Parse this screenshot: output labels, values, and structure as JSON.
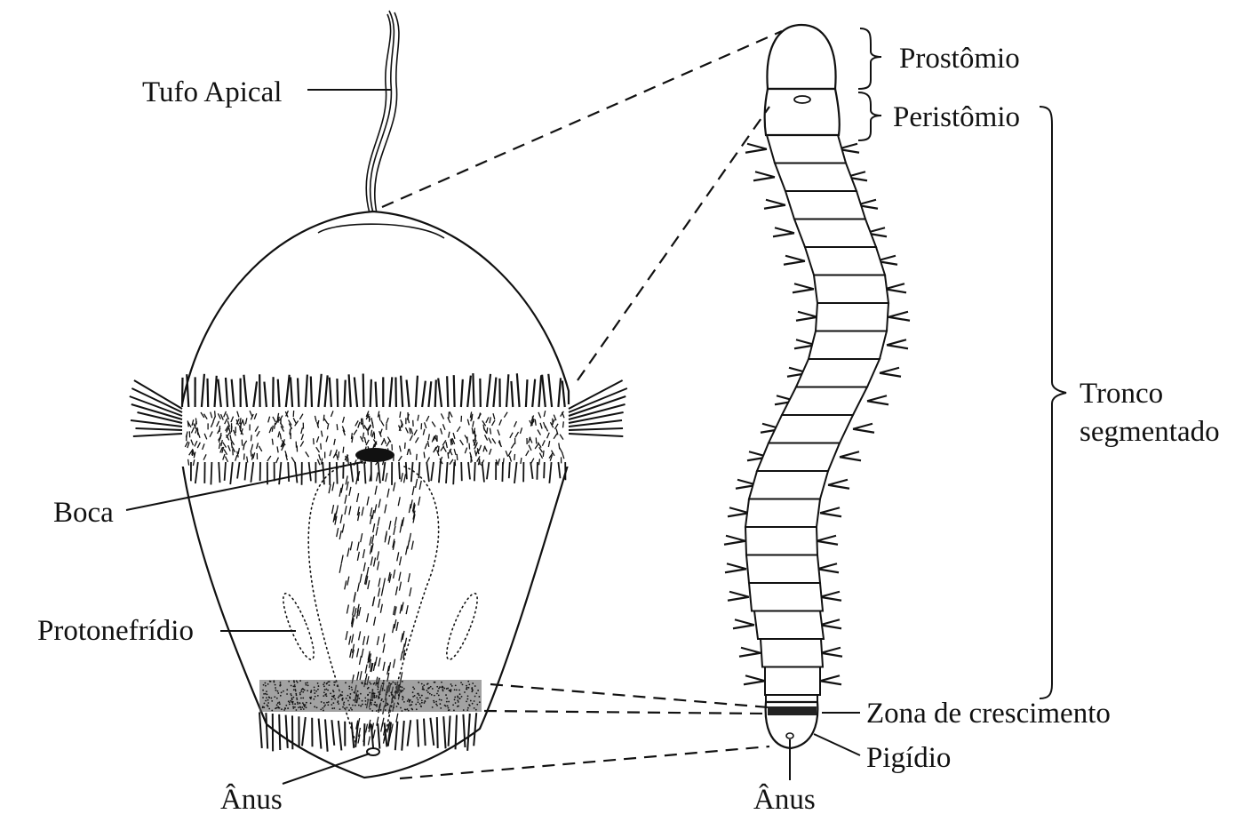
{
  "labels": {
    "tufo_apical": "Tufo Apical",
    "boca": "Boca",
    "protonefridio": "Protonefrídio",
    "anus_left": "Ânus",
    "prostomio": "Prostômio",
    "peristomio": "Peristômio",
    "tronco_line1": "Tronco",
    "tronco_line2": "segmentado",
    "zona_crescimento": "Zona de crescimento",
    "pigidio": "Pigídio",
    "anus_right": "Ânus"
  }
}
